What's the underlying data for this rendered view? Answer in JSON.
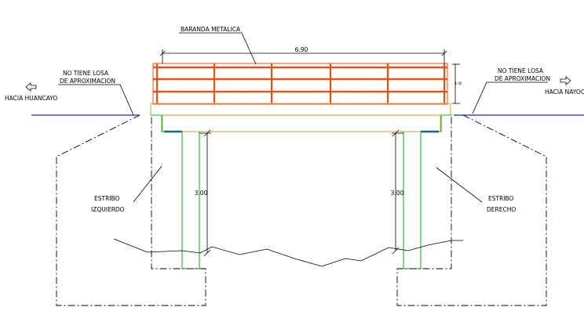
{
  "labels": {
    "railing": "BARANDA METALICA",
    "span_length": "6.90",
    "railing_height": "1.00",
    "left_slab_line1": "NO TIENE LOSA",
    "left_slab_line2": "DE APROXIMACION",
    "right_slab_line1": "NO TIENE LOSA",
    "right_slab_line2": "DE APROXIMACION",
    "left_direction": "HACIA HUANCAYO",
    "right_direction": "HACIA NAYOC",
    "left_abutment_line1": "ESTRIBO",
    "left_abutment_line2": "IZQUIERDO",
    "right_abutment_line1": "ESTRIBO",
    "right_abutment_line2": "DERECHO",
    "left_height": "3.00",
    "right_height": "3.00"
  },
  "colors": {
    "railing": "#e8501c",
    "deck": "#d9a54a",
    "abutment_wall": "#19b52a",
    "ground_line": "#1c2a9c",
    "bearing": "#1030c0",
    "outline": "#000000"
  }
}
